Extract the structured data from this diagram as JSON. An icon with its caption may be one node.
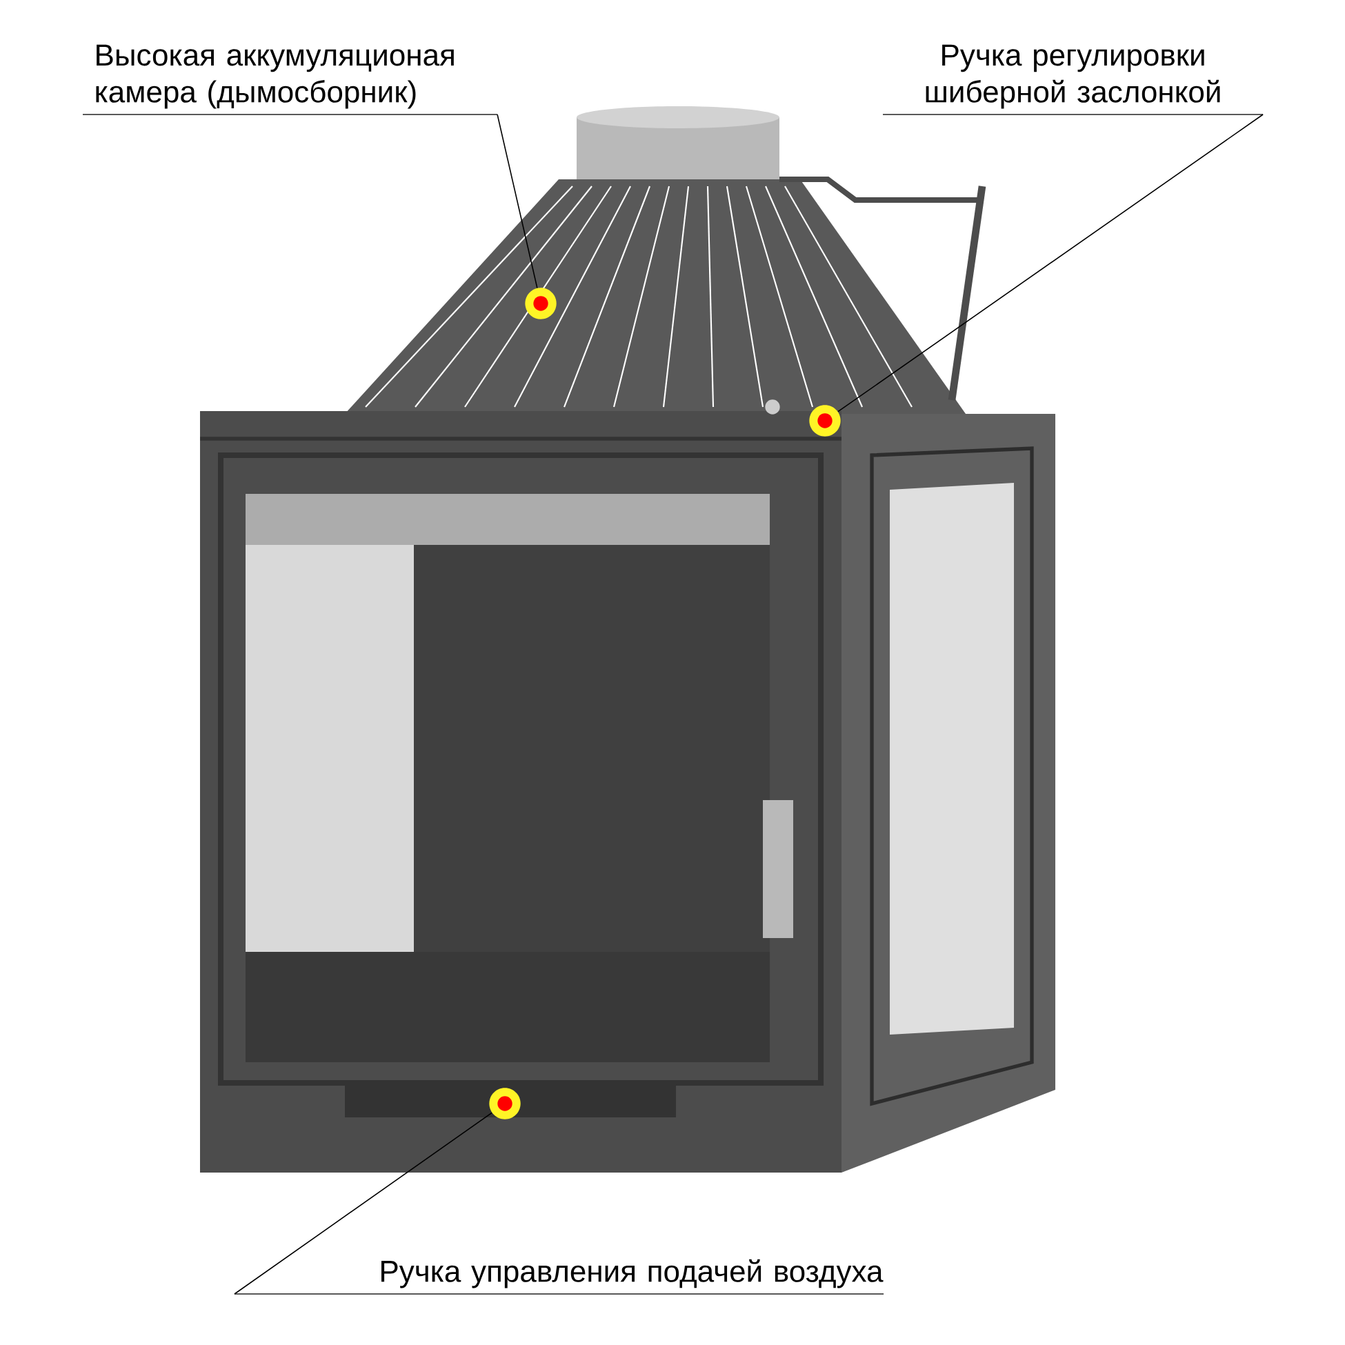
{
  "diagram": {
    "nodes": [
      {
        "text": [
          "Высокая аккумуляционая камера (дымосборник)"
        ]
      },
      {
        "text": [
          "Ручка регулировки шиберной заслонкой"
        ]
      },
      {
        "text": [
          "Ручка управления подачей воздуха"
        ]
      },
      {
        "text": [],
        "shape": "circle"
      },
      {
        "text": [],
        "shape": "circle"
      },
      {
        "text": [],
        "shape": "circle"
      }
    ],
    "edges": [
      {
        "from": 0,
        "to": 3,
        "arrow": "none"
      },
      {
        "from": 1,
        "to": 4,
        "arrow": "none"
      },
      {
        "from": 2,
        "to": 5,
        "arrow": "none"
      }
    ]
  }
}
